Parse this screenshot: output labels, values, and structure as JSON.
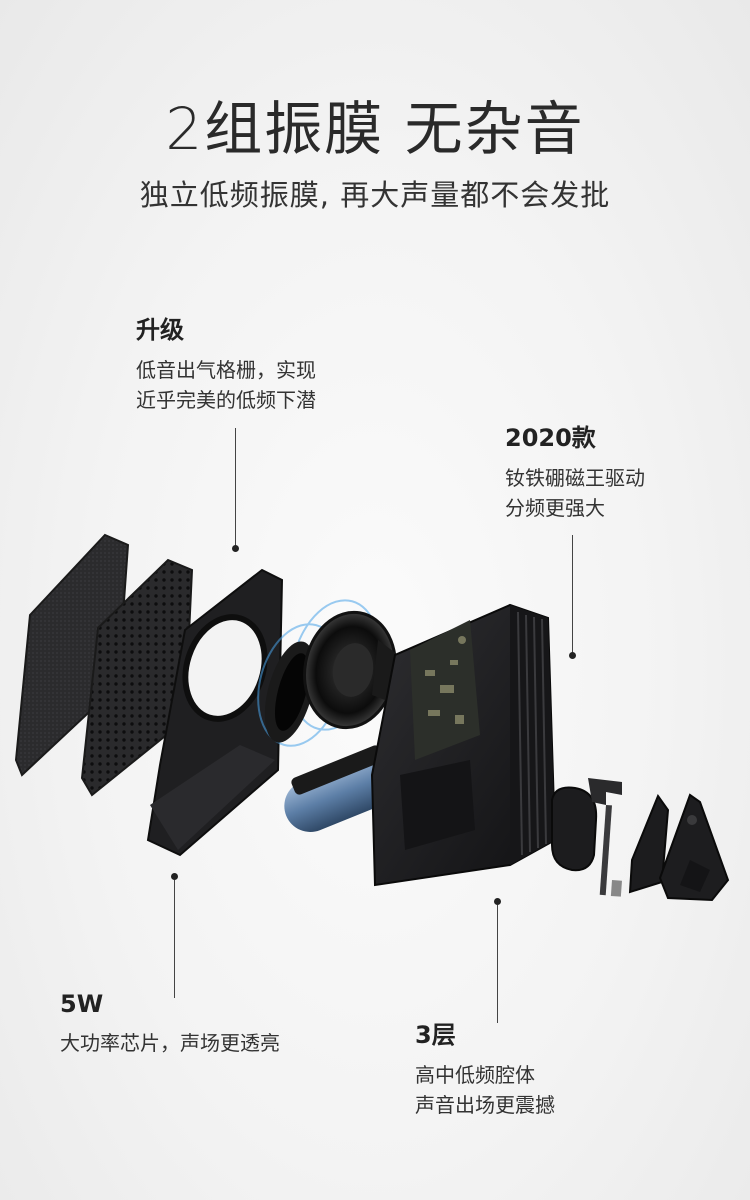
{
  "header": {
    "title": "2组振膜  无杂音",
    "subtitle": "独立低频振膜, 再大声量都不会发批"
  },
  "callouts": {
    "upgrade": {
      "title": "升级",
      "lines": [
        "低音出气格栅，实现",
        "近乎完美的低频下潜"
      ]
    },
    "driver": {
      "title": "2020款",
      "lines": [
        "钕铁硼磁王驱动",
        "分频更强大"
      ]
    },
    "power": {
      "title": "5W",
      "lines": [
        "大功率芯片，声场更透亮"
      ]
    },
    "cavity": {
      "title": "3层",
      "lines": [
        "高中低频腔体",
        "声音出场更震撼"
      ]
    }
  },
  "colors": {
    "background": "#f3f3f3",
    "product": "#1c1c1e",
    "accent_blue": "#4aa3e8"
  }
}
